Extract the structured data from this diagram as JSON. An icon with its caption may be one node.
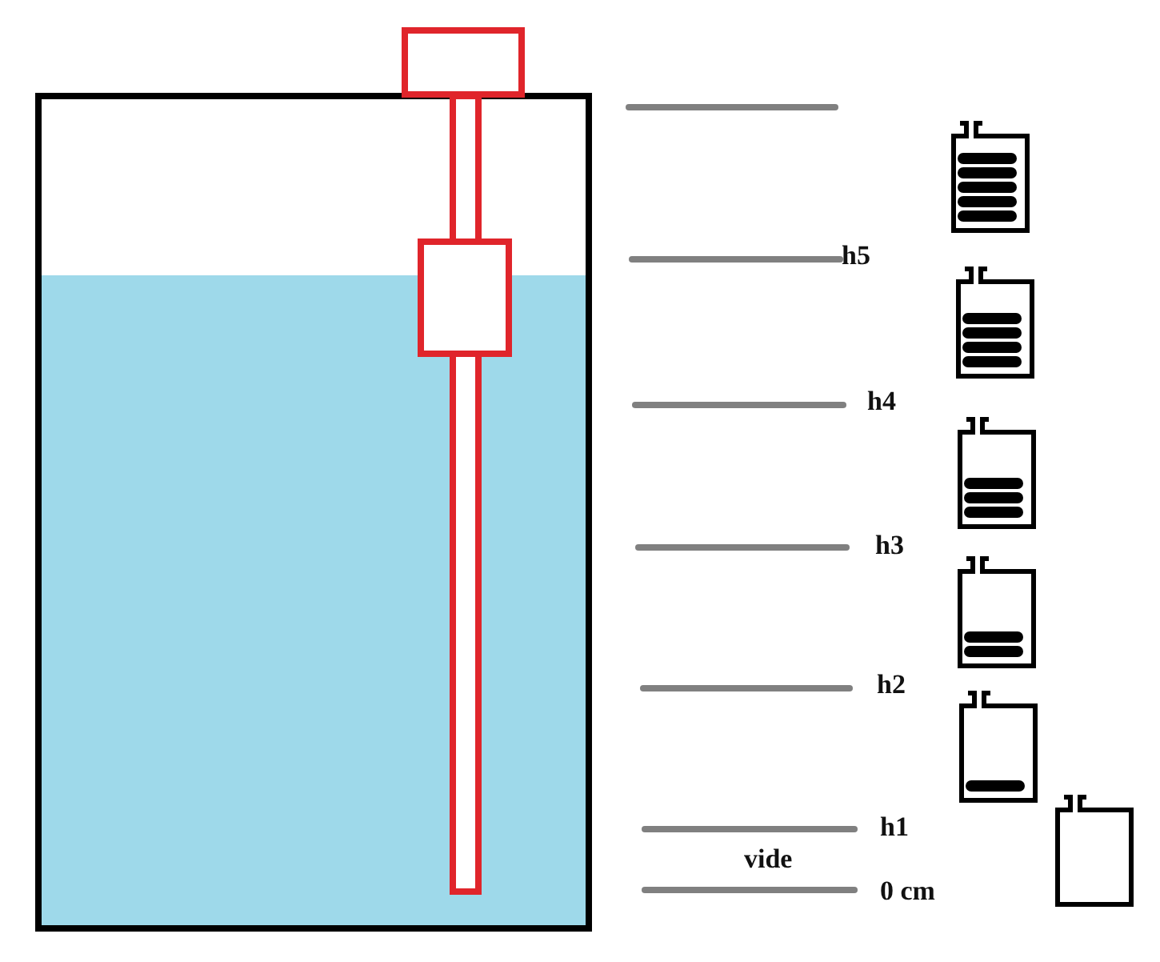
{
  "diagram": {
    "labels": [
      "h5",
      "h4",
      "h3",
      "h2",
      "h1",
      "vide",
      "0 cm"
    ]
  }
}
